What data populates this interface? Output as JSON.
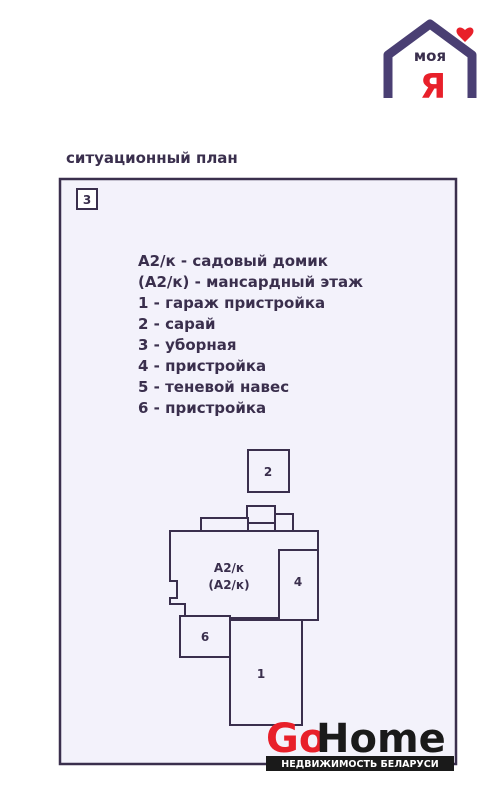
{
  "logo": {
    "word_top": "моя",
    "word_main": "Я",
    "colors": {
      "roof": "#4a3f73",
      "red": "#e8202a"
    }
  },
  "title": "ситуационный план",
  "sheet_number": "3",
  "legend": [
    "А2/к - садовый домик",
    "(А2/к) - мансардный этаж",
    "1 - гараж пристройка",
    "2 - сарай",
    "3 - уборная",
    "4 - пристройка",
    "5 - теневой навес",
    "6 - пристройка"
  ],
  "plan_labels": {
    "barn": "2",
    "house_line1": "А2/к",
    "house_line2": "(А2/к)",
    "annex_4": "4",
    "annex_6": "6",
    "garage": "1"
  },
  "watermark": {
    "go": "Go",
    "home": "Home",
    "tagline": "НЕДВИЖИМОСТЬ БЕЛАРУСИ",
    "colors": {
      "go": "#e8202a",
      "home": "#1a1a1a"
    }
  },
  "colors": {
    "plan_fill": "#f3f2fb",
    "stroke": "#3a2f4d",
    "logo_purple": "#4a3f73",
    "logo_red": "#e8202a"
  }
}
